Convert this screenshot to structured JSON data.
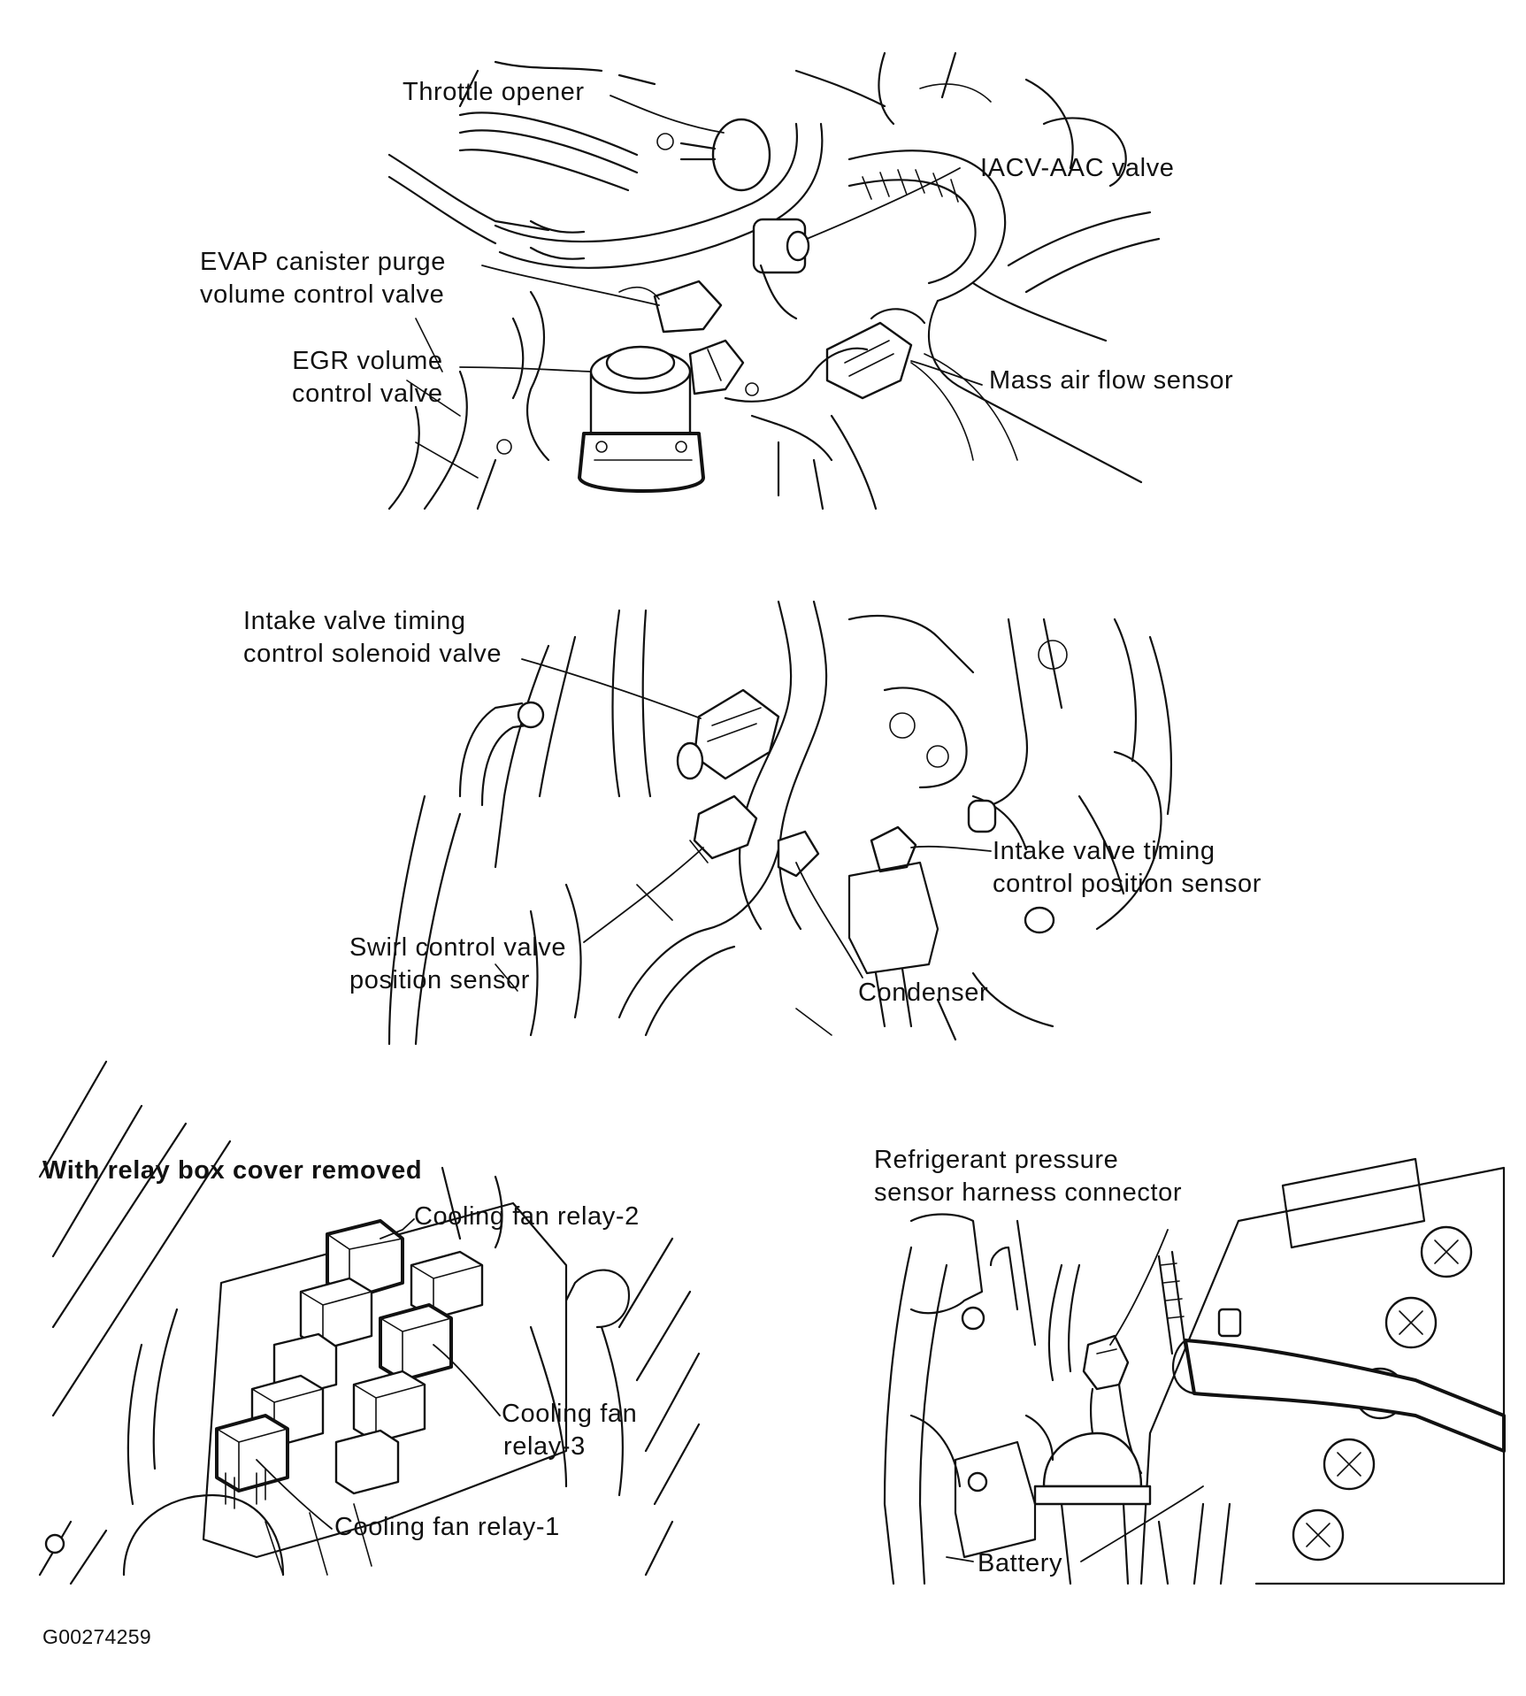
{
  "panels": {
    "top": {
      "labels": {
        "throttle_opener": "Throttle opener",
        "iacv_aac_valve": "IACV-AAC valve",
        "evap_line1": "EVAP canister purge",
        "evap_line2": "volume control valve",
        "egr_line1": "EGR volume",
        "egr_line2": "control valve",
        "maf_sensor": "Mass air flow sensor"
      }
    },
    "middle": {
      "labels": {
        "ivt_solenoid_line1": "Intake valve timing",
        "ivt_solenoid_line2": "control solenoid valve",
        "ivt_position_line1": "Intake valve timing",
        "ivt_position_line2": "control position sensor",
        "swirl_line1": "Swirl control valve",
        "swirl_line2": "position sensor",
        "condenser": "Condenser"
      }
    },
    "bottom_left": {
      "heading": "With relay box cover removed",
      "labels": {
        "relay2": "Cooling fan relay-2",
        "relay3_line1": "Cooling fan",
        "relay3_line2": "relay-3",
        "relay1": "Cooling fan relay-1"
      }
    },
    "bottom_right": {
      "labels": {
        "refrigerant_line1": "Refrigerant pressure",
        "refrigerant_line2": "sensor harness connector",
        "battery": "Battery"
      }
    }
  },
  "figure_code": "G00274259"
}
